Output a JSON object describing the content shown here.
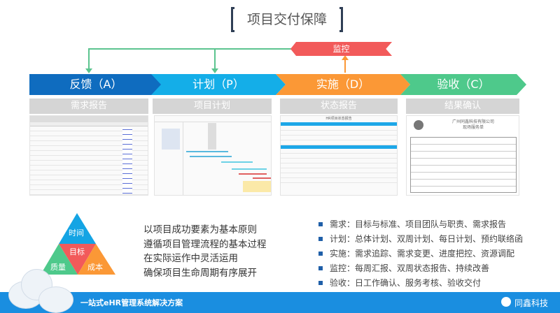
{
  "title": "项目交付保障",
  "monitor": {
    "label": "监控",
    "color": "#f25a5a"
  },
  "phases": [
    {
      "label": "反馈（A）",
      "color": "#0f6cbf",
      "doc": "需求报告"
    },
    {
      "label": "计划（P）",
      "color": "#14aee8",
      "doc": "项目计划"
    },
    {
      "label": "实施（D）",
      "color": "#fb9836",
      "doc": "状态报告"
    },
    {
      "label": "验收（C）",
      "color": "#4ec98b",
      "doc": "结果确认"
    }
  ],
  "thumbs": {
    "status_title": "HR项目状态报告",
    "service_company": "广州同鑫科技有限公司",
    "service_title": "现场服务单"
  },
  "triangle": {
    "top": "时间",
    "center": "目标",
    "left": "质量",
    "right": "成本"
  },
  "principles": [
    "以项目成功要素为基本原则",
    "遵循项目管理流程的基本过程",
    "在实际运作中灵活运用",
    "确保项目生命周期有序展开"
  ],
  "bullets": [
    "需求：目标与标准、项目团队与职责、需求报告",
    "计划：总体计划、双周计划、每日计划、预约联络函",
    "实施：需求追踪、需求变更、进度把控、资源调配",
    "监控：每周汇报、双周状态报告、持续改善",
    "验收：日工作确认、服务考核、验收交付"
  ],
  "footer": {
    "slogan": "一站式eHR管理系统解决方案",
    "brand": "同鑫科技"
  }
}
